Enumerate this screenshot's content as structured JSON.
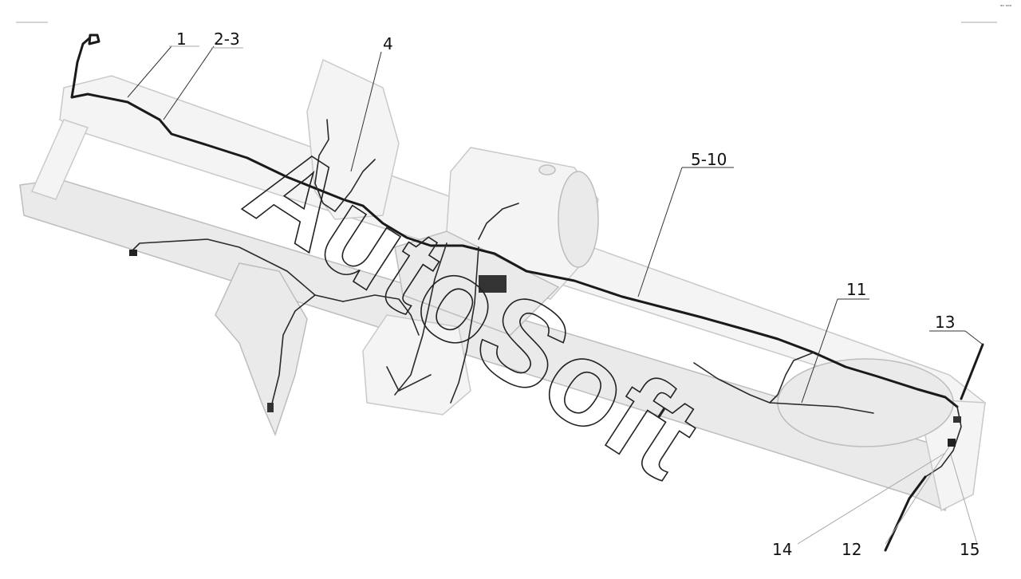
{
  "callouts": [
    {
      "id": "c1",
      "text": "1"
    },
    {
      "id": "c2",
      "text": "2-3"
    },
    {
      "id": "c4",
      "text": "4"
    },
    {
      "id": "c5",
      "text": "5-10"
    },
    {
      "id": "c11",
      "text": "11"
    },
    {
      "id": "c13",
      "text": "13"
    },
    {
      "id": "c14",
      "text": "14"
    },
    {
      "id": "c12",
      "text": "12"
    },
    {
      "id": "c15",
      "text": "15"
    }
  ],
  "watermark": "AutoSoft",
  "corner_mark": "ᵃᵒ ᵒᵒᵒ"
}
